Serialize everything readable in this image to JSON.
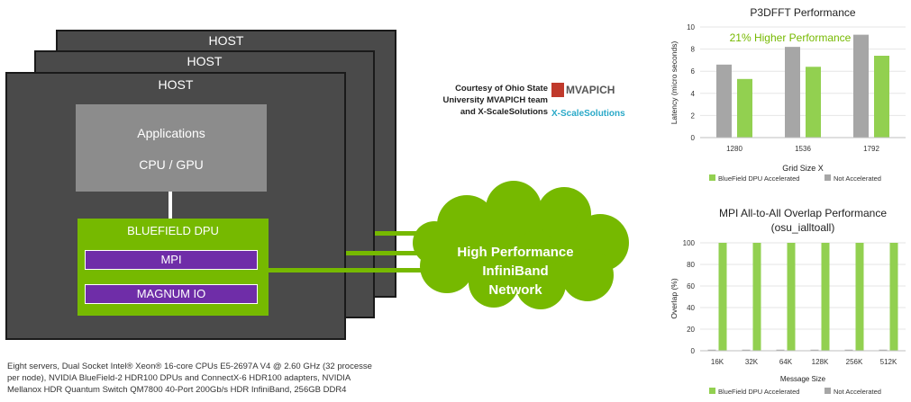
{
  "hosts": [
    "HOST",
    "HOST",
    "HOST"
  ],
  "applications": {
    "line1": "Applications",
    "line2": "CPU / GPU"
  },
  "dpu": {
    "title": "BLUEFIELD DPU",
    "mpi": "MPI",
    "magnum": "MAGNUM IO"
  },
  "network": {
    "line1": "High Performance",
    "line2": "InfiniBand",
    "line3": "Network"
  },
  "credit": {
    "line1": "Courtesy of Ohio State",
    "line2": "University MVAPICH team",
    "line3": "and X-ScaleSolutions"
  },
  "logos": {
    "mvapich": "MVAPICH",
    "xscale": "X-ScaleSolutions"
  },
  "footer": {
    "line1": "Eight servers, Dual Socket Intel® Xeon® 16-core CPUs E5-2697A V4 @ 2.60 GHz (32 processe",
    "line2": "per node), NVIDIA BlueField-2 HDR100 DPUs and ConnectX-6 HDR100 adapters, NVIDIA",
    "line3": "Mellanox HDR Quantum Switch QM7800 40-Port 200Gb/s HDR InfiniBand, 256GB DDR4"
  },
  "colors": {
    "green": "#76b900",
    "gray": "#a6a6a6",
    "purple": "#6f2da8",
    "host": "#4a4a4a"
  },
  "chart_data": [
    {
      "type": "bar",
      "title": "P3DFFT Performance",
      "annotation": "21% Higher Performance",
      "xlabel": "Grid Size X",
      "ylabel": "Latency (micro seconds)",
      "categories": [
        "1280",
        "1536",
        "1792"
      ],
      "ylim": [
        0,
        10
      ],
      "yticks": [
        0,
        2,
        4,
        6,
        8,
        10
      ],
      "series": [
        {
          "name": "Not Accelerated",
          "color": "#a6a6a6",
          "values": [
            6.6,
            8.2,
            9.3
          ]
        },
        {
          "name": "BlueField DPU Accelerated",
          "color": "#92d050",
          "values": [
            5.3,
            6.4,
            7.4
          ]
        }
      ],
      "legend": "bottom"
    },
    {
      "type": "bar",
      "title": "MPI All-to-All Overlap Performance",
      "subtitle": "(osu_ialltoall)",
      "xlabel": "Message Size",
      "ylabel": "Overlap (%)",
      "categories": [
        "16K",
        "32K",
        "64K",
        "128K",
        "256K",
        "512K"
      ],
      "ylim": [
        0,
        100
      ],
      "yticks": [
        0,
        20,
        40,
        60,
        80,
        100
      ],
      "series": [
        {
          "name": "Not Accelerated",
          "color": "#a6a6a6",
          "values": [
            1,
            1,
            1,
            1,
            1,
            1
          ]
        },
        {
          "name": "BlueField DPU Accelerated",
          "color": "#92d050",
          "values": [
            100,
            100,
            100,
            100,
            100,
            100
          ]
        }
      ],
      "legend": "bottom"
    }
  ]
}
